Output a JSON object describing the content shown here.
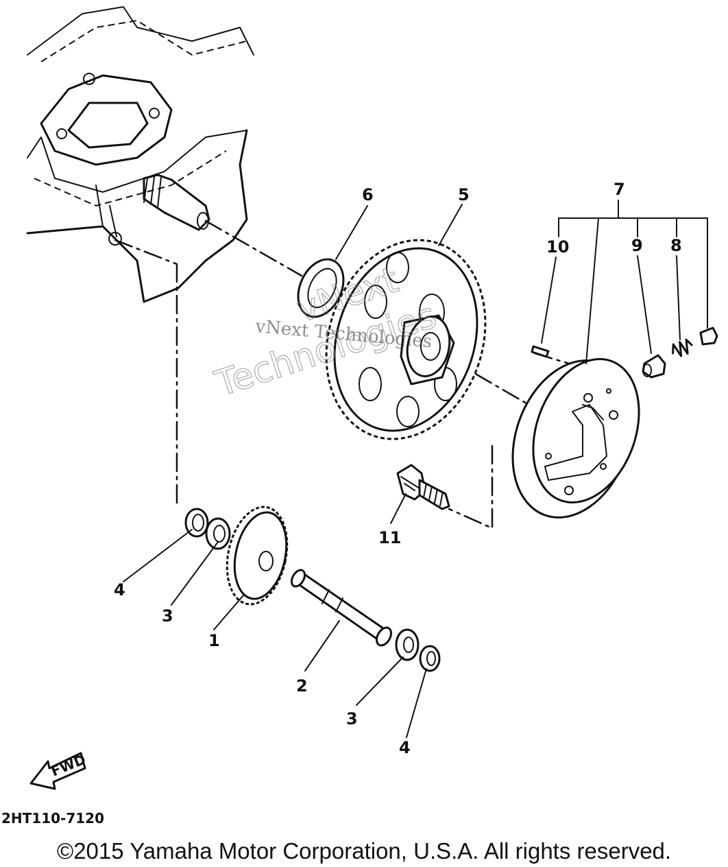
{
  "callouts": [
    {
      "id": "part-1",
      "label": "1"
    },
    {
      "id": "part-2",
      "label": "2"
    },
    {
      "id": "part-3a",
      "label": "3"
    },
    {
      "id": "part-3b",
      "label": "3"
    },
    {
      "id": "part-4a",
      "label": "4"
    },
    {
      "id": "part-4b",
      "label": "4"
    },
    {
      "id": "part-5",
      "label": "5"
    },
    {
      "id": "part-6",
      "label": "6"
    },
    {
      "id": "part-7",
      "label": "7"
    },
    {
      "id": "part-8",
      "label": "8"
    },
    {
      "id": "part-9",
      "label": "9"
    },
    {
      "id": "part-10",
      "label": "10"
    },
    {
      "id": "part-11",
      "label": "11"
    }
  ],
  "fwd_label": "FWD",
  "diagram_ref": "2HT110-7120",
  "watermark": {
    "line1": "vNext Technologies",
    "line2a": "vNext",
    "line2b": "Technologies"
  },
  "copyright": "©2015 Yamaha Motor Corporation, U.S.A. All rights reserved."
}
